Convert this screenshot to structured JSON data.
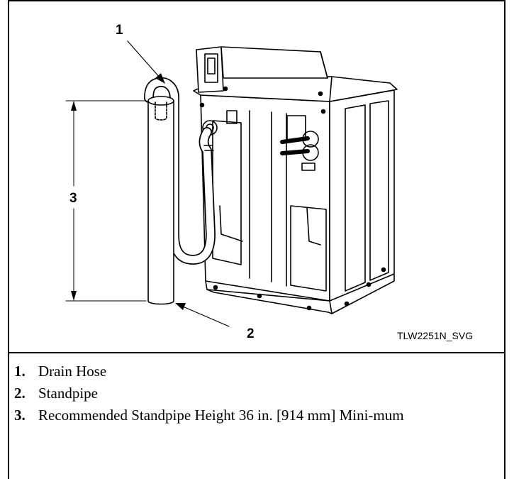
{
  "figure": {
    "callouts": [
      "1",
      "2",
      "3"
    ],
    "figure_id": "TLW2251N_SVG"
  },
  "legend": {
    "items": [
      {
        "number": "1.",
        "text": "Drain Hose"
      },
      {
        "number": "2.",
        "text": "Standpipe"
      },
      {
        "number": "3.",
        "text": "Recommended Standpipe Height 36 in. [914 mm] Mini-mum"
      }
    ]
  }
}
